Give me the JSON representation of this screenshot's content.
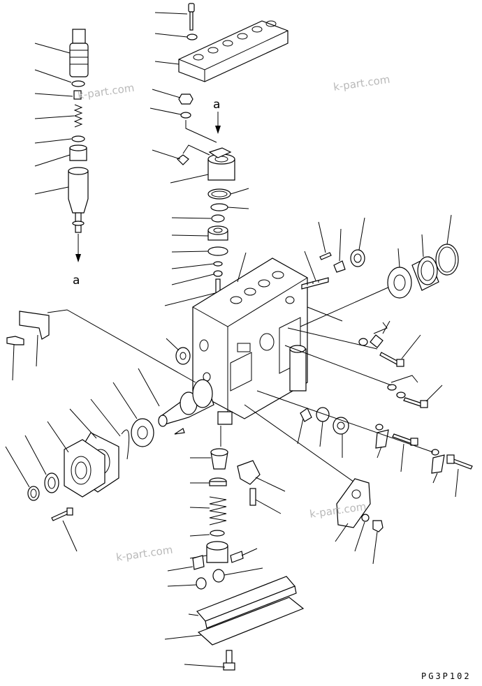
{
  "labels": {
    "ref_a_top": "a",
    "ref_a_left": "a"
  },
  "watermarks": [
    "k-part.com",
    "k-part.com",
    "k-part.com",
    "k-part.com"
  ],
  "drawing_code": "PG3P102"
}
